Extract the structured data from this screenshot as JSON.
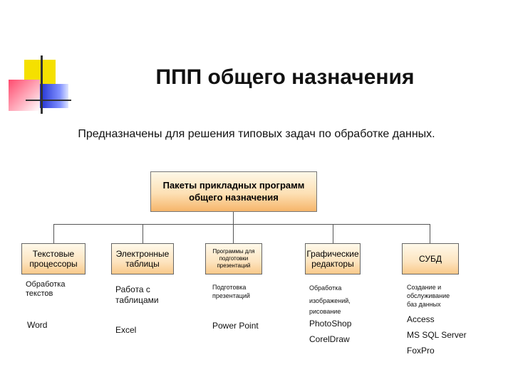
{
  "title": "ППП общего назначения",
  "subtitle": "Предназначены для решения типовых задач по обработке данных.",
  "root": {
    "line1": "Пакеты прикладных программ",
    "line2": "общего назначения"
  },
  "categories": [
    {
      "label_line1": "Текстовые",
      "label_line2": "процессоры",
      "desc": [
        "Обработка",
        "текстов"
      ],
      "products": [
        "Word"
      ]
    },
    {
      "label_line1": "Электронные",
      "label_line2": "таблицы",
      "desc": [
        "Работа с",
        "таблицами"
      ],
      "products": [
        "Excel"
      ]
    },
    {
      "label_line1": "Программы для",
      "label_line2": "подготовки",
      "label_line3": "презентаций",
      "desc": [
        "Подготовка",
        "презентаций"
      ],
      "products": [
        "Power Point"
      ]
    },
    {
      "label_line1": "Графические",
      "label_line2": "редакторы",
      "desc": [
        "Обработка",
        "изображений,",
        "рисование"
      ],
      "products": [
        "PhotoShop",
        "CorelDraw"
      ]
    },
    {
      "label_line1": "СУБД",
      "desc": [
        "Создание и",
        "обслуживание",
        "баз данных"
      ],
      "products": [
        "Access",
        "MS SQL Server",
        "FoxPro"
      ]
    }
  ]
}
